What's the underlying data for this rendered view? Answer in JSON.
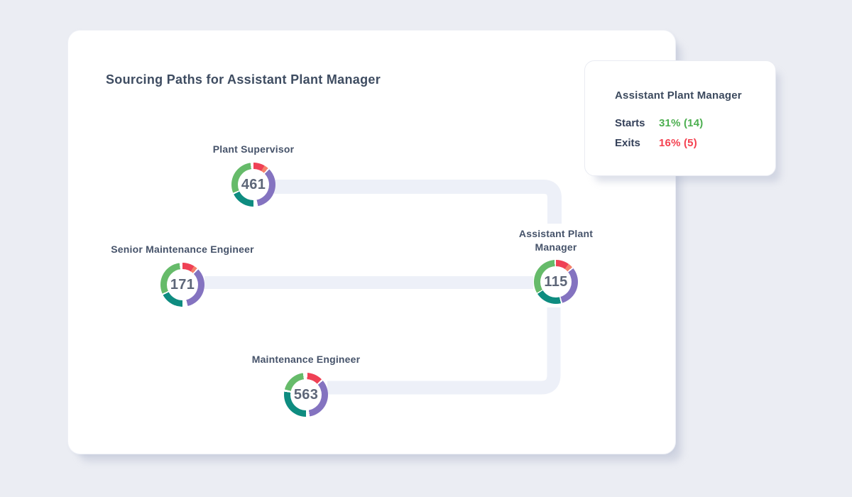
{
  "card": {
    "title": "Sourcing Paths for Assistant Plant Manager"
  },
  "tooltip": {
    "title": "Assistant Plant Manager",
    "rows": [
      {
        "label": "Starts",
        "value": "31% (14)",
        "color": "#4caf50"
      },
      {
        "label": "Exits",
        "value": "16% (5)",
        "color": "#f4404f"
      }
    ]
  },
  "chart_data": {
    "type": "diagram",
    "subtype": "sourcing-path-flow",
    "title": "Sourcing Paths for Assistant Plant Manager",
    "colors": {
      "green": "#66bb6a",
      "red": "#ef4155",
      "salmon": "#f5806c",
      "purple": "#8473c0",
      "teal": "#0e8c80",
      "connector": "#edf0f8"
    },
    "nodes": [
      {
        "id": "plant-supervisor",
        "label": "Plant Supervisor",
        "count": "461",
        "segments": [
          {
            "color": "red",
            "from": 0,
            "to": 30
          },
          {
            "color": "salmon",
            "from": 30,
            "to": 42
          },
          {
            "color": "purple",
            "from": 46,
            "to": 168
          },
          {
            "color": "teal",
            "from": 180,
            "to": 244
          },
          {
            "color": "green",
            "from": 248,
            "to": 352
          }
        ]
      },
      {
        "id": "senior-maintenance-engineer",
        "label": "Senior Maintenance Engineer",
        "count": "171",
        "segments": [
          {
            "color": "red",
            "from": 0,
            "to": 32
          },
          {
            "color": "salmon",
            "from": 32,
            "to": 42
          },
          {
            "color": "purple",
            "from": 46,
            "to": 166
          },
          {
            "color": "teal",
            "from": 180,
            "to": 242
          },
          {
            "color": "green",
            "from": 246,
            "to": 352
          }
        ]
      },
      {
        "id": "assistant-plant-manager",
        "label": "Assistant Plant Manager",
        "count": "115",
        "starts": "31% (14)",
        "exits": "16% (5)",
        "segments": [
          {
            "color": "red",
            "from": 0,
            "to": 35
          },
          {
            "color": "salmon",
            "from": 35,
            "to": 48
          },
          {
            "color": "purple",
            "from": 52,
            "to": 163
          },
          {
            "color": "teal",
            "from": 167,
            "to": 237
          },
          {
            "color": "green",
            "from": 240,
            "to": 356
          }
        ]
      },
      {
        "id": "maintenance-engineer",
        "label": "Maintenance Engineer",
        "count": "563",
        "segments": [
          {
            "color": "red",
            "from": 4,
            "to": 45
          },
          {
            "color": "purple",
            "from": 50,
            "to": 170
          },
          {
            "color": "teal",
            "from": 180,
            "to": 278
          },
          {
            "color": "green",
            "from": 284,
            "to": 352
          }
        ]
      }
    ],
    "links": [
      {
        "from": "plant-supervisor",
        "to": "assistant-plant-manager"
      },
      {
        "from": "senior-maintenance-engineer",
        "to": "assistant-plant-manager"
      },
      {
        "from": "maintenance-engineer",
        "to": "assistant-plant-manager"
      }
    ]
  }
}
